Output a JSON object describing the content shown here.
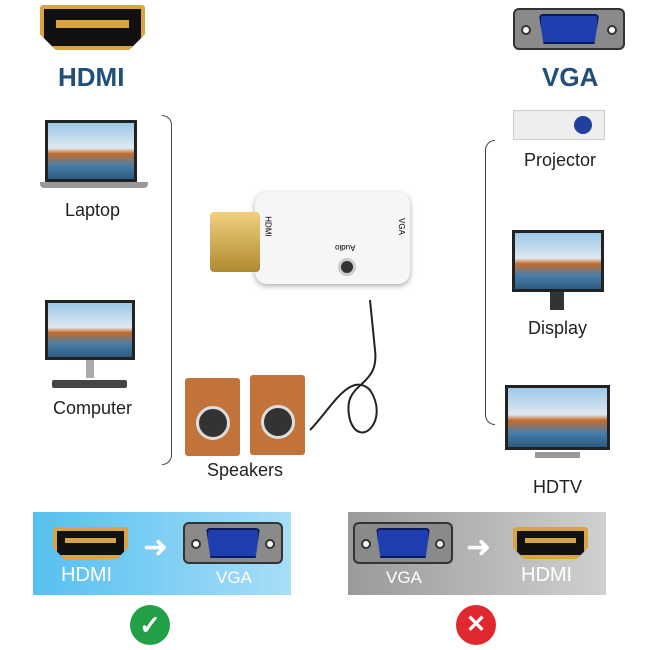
{
  "top": {
    "hdmi_label": "HDMI",
    "vga_label": "VGA"
  },
  "sources": [
    {
      "label": "Laptop"
    },
    {
      "label": "Computer"
    }
  ],
  "outputs": [
    {
      "label": "Projector"
    },
    {
      "label": "Display"
    },
    {
      "label": "HDTV"
    }
  ],
  "center": {
    "speakers_label": "Speakers",
    "adapter_hdmi": "HDMI",
    "adapter_vga": "VGA",
    "adapter_audio": "Audio"
  },
  "supported": {
    "from": "HDMI",
    "to": "VGA",
    "status": "check"
  },
  "unsupported": {
    "from": "VGA",
    "to": "HDMI",
    "status": "cross"
  },
  "colors": {
    "ok": "#22a045",
    "bad": "#e0282e",
    "title": "#1f4f7a"
  }
}
